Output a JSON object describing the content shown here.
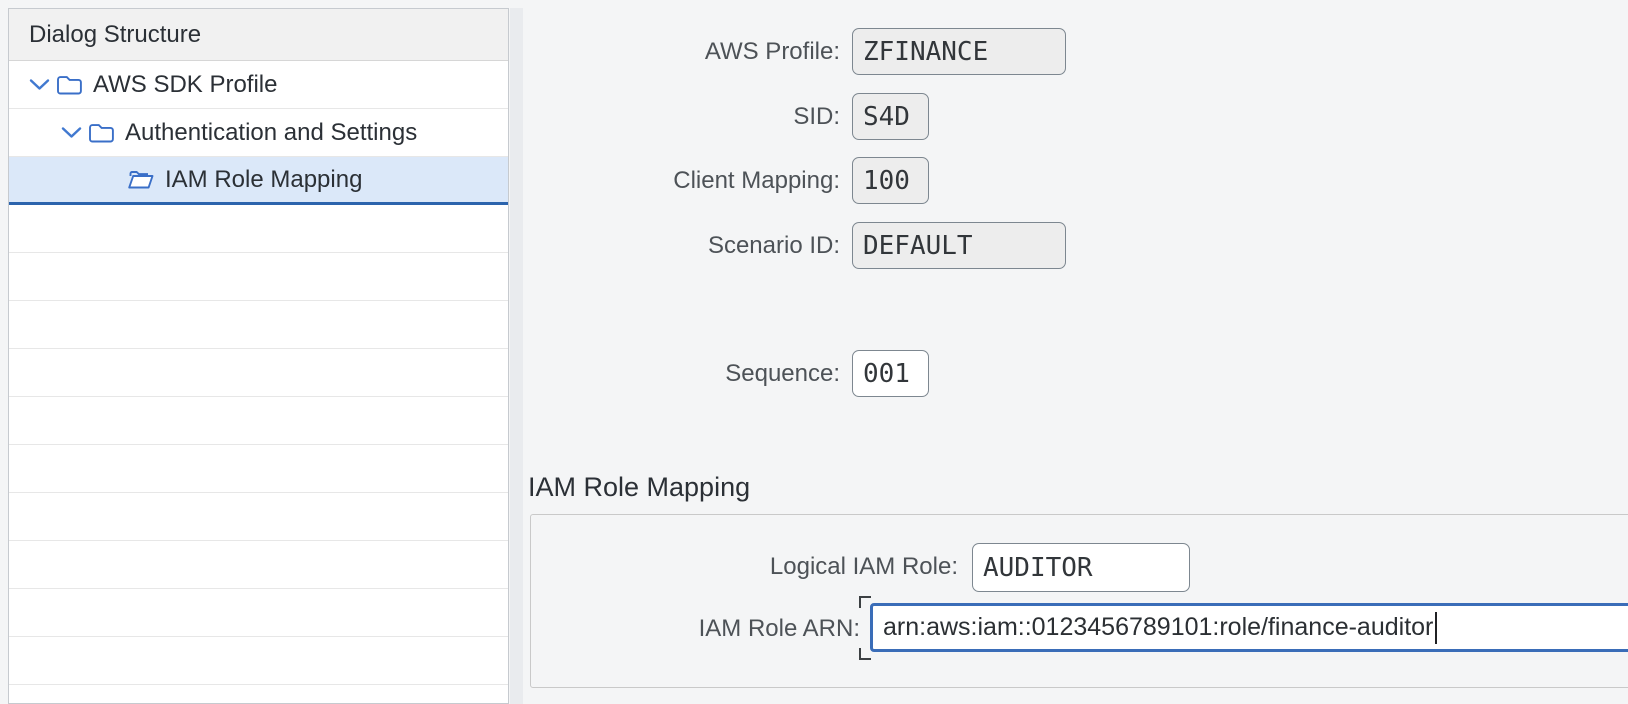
{
  "dialog_structure": {
    "title": "Dialog Structure",
    "items": [
      {
        "label": "AWS SDK Profile",
        "level": 0,
        "state": "expanded"
      },
      {
        "label": "Authentication and Settings",
        "level": 1,
        "state": "expanded"
      },
      {
        "label": "IAM Role Mapping",
        "level": 2,
        "state": "selected"
      }
    ]
  },
  "profile_form": {
    "aws_profile": {
      "label": "AWS Profile:",
      "value": "ZFINANCE",
      "readonly": true
    },
    "sid": {
      "label": "SID:",
      "value": "S4D",
      "readonly": true
    },
    "client_mapping": {
      "label": "Client Mapping:",
      "value": "100",
      "readonly": true
    },
    "scenario_id": {
      "label": "Scenario ID:",
      "value": "DEFAULT",
      "readonly": true
    },
    "sequence": {
      "label": "Sequence:",
      "value": "001",
      "readonly": false
    }
  },
  "iam_role_mapping": {
    "section_title": "IAM Role Mapping",
    "logical_iam_role": {
      "label": "Logical IAM Role:",
      "value": "AUDITOR",
      "readonly": false
    },
    "iam_role_arn": {
      "label": "IAM Role ARN:",
      "value": "arn:aws:iam::0123456789101:role/finance-auditor",
      "readonly": false,
      "focused": true
    }
  },
  "icons": {
    "expanded_node": "chevron-down-icon",
    "branch_node": "folder-icon",
    "selected_leaf": "open-folder-icon"
  },
  "colors": {
    "selection_bg": "#dbe8f9",
    "selection_underline": "#2c64ad",
    "focus_border": "#3a6db8",
    "tree_icon_blue": "#3a6fc8",
    "readonly_field_bg": "#ededed",
    "field_border": "#7d8790",
    "page_bg": "#f4f5f6"
  }
}
